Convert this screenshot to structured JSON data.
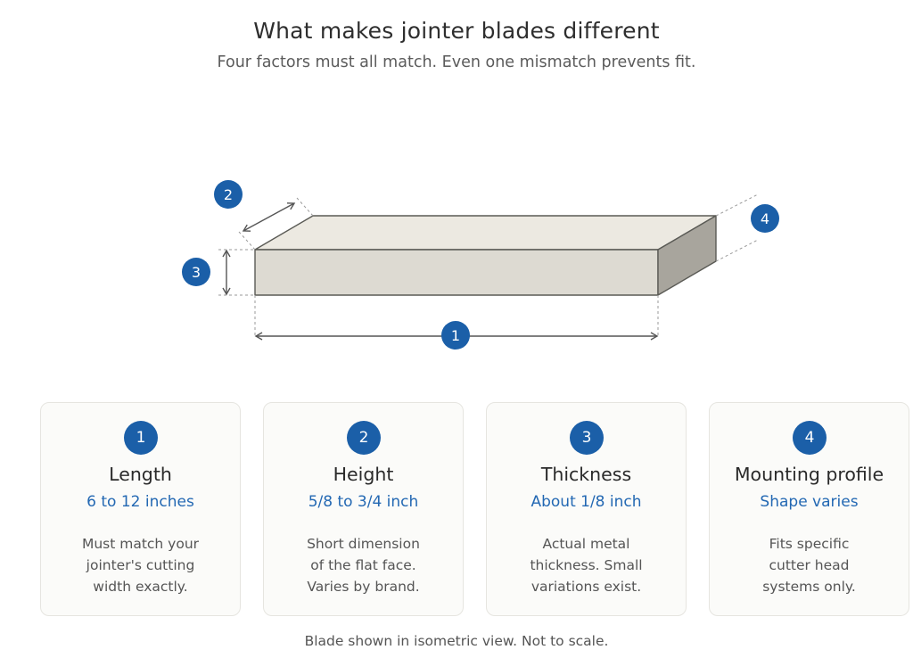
{
  "header": {
    "title": "What makes jointer blades different",
    "subtitle": "Four factors must all match. Even one mismatch prevents fit."
  },
  "diagram": {
    "badges": {
      "length": "1",
      "height": "2",
      "thickness": "3",
      "mounting": "4"
    },
    "colors": {
      "top_face": "#ece9e1",
      "front_face": "#dddad2",
      "side_face": "#a8a59d",
      "edge": "#5a5a55",
      "badge": "#1b5fa8"
    }
  },
  "cards": [
    {
      "number": "1",
      "name": "Length",
      "value": "6 to 12 inches",
      "desc_lines": [
        "Must match your",
        "jointer's cutting",
        "width exactly."
      ]
    },
    {
      "number": "2",
      "name": "Height",
      "value": "5/8 to 3/4 inch",
      "desc_lines": [
        "Short dimension",
        "of the flat face.",
        "Varies by brand."
      ]
    },
    {
      "number": "3",
      "name": "Thickness",
      "value": "About 1/8 inch",
      "desc_lines": [
        "Actual metal",
        "thickness. Small",
        "variations exist."
      ]
    },
    {
      "number": "4",
      "name": "Mounting profile",
      "value": "Shape varies",
      "desc_lines": [
        "Fits specific",
        "cutter head",
        "systems only."
      ]
    }
  ],
  "footnote": "Blade shown in isometric view. Not to scale."
}
